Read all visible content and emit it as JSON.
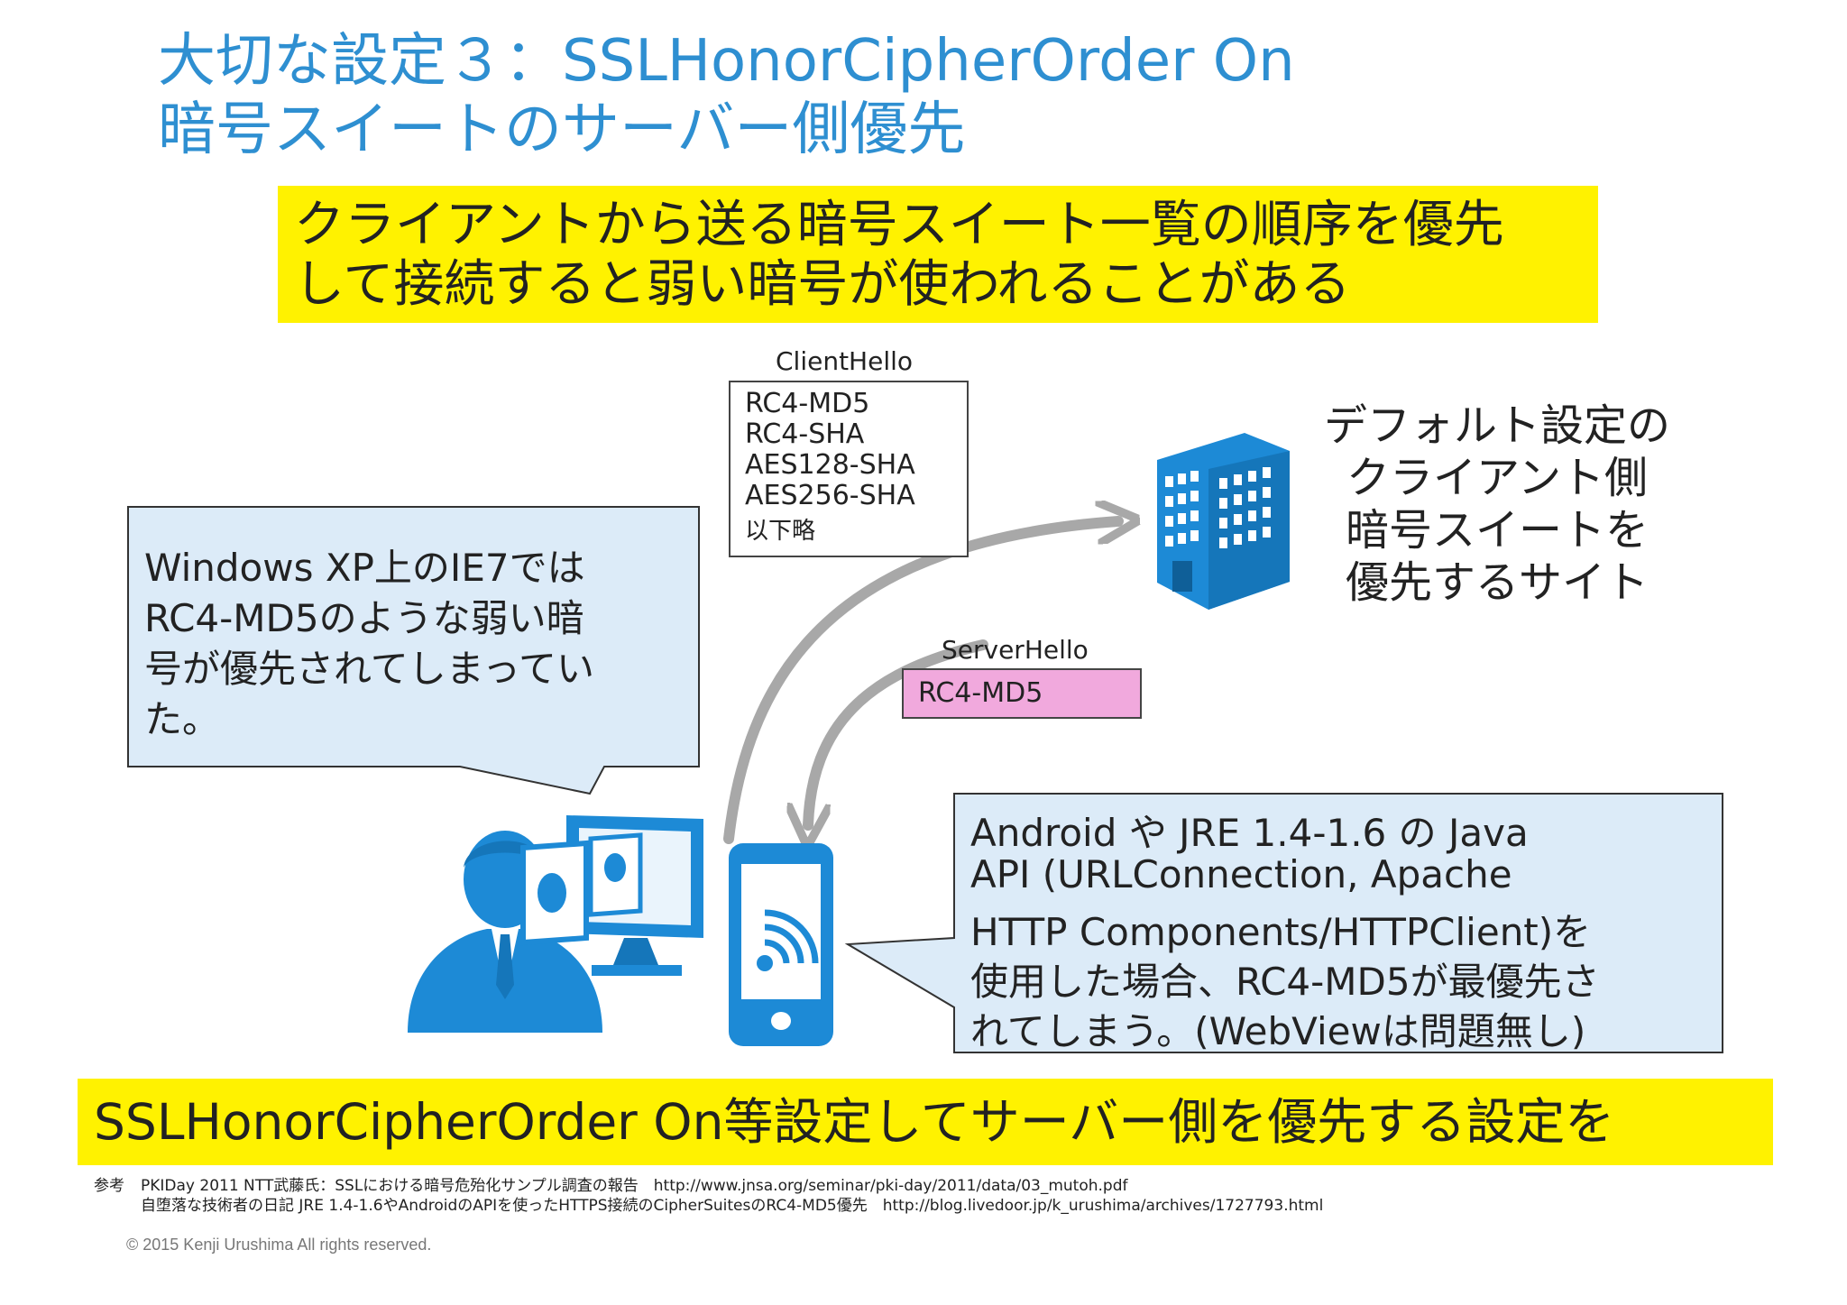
{
  "title": {
    "line1": "大切な設定３：SSLHonorCipherOrder On",
    "line2": "暗号スイートのサーバー側優先"
  },
  "top_banner": {
    "line1": "クライアントから送る暗号スイート一覧の順序を優先",
    "line2": "して接続すると弱い暗号が使われることがある"
  },
  "client_hello": {
    "label": "ClientHello",
    "items": [
      "RC4-MD5",
      "RC4-SHA",
      "AES128-SHA",
      "AES256-SHA",
      "以下略"
    ]
  },
  "server_hello": {
    "label": "ServerHello",
    "value": "RC4-MD5"
  },
  "site_description": {
    "lines": [
      "デフォルト設定の",
      "クライアント側",
      "暗号スイートを",
      "優先するサイト"
    ]
  },
  "callout_windows": {
    "lines": [
      "Windows XP上のIE7では",
      "RC4-MD5のような弱い暗",
      "号が優先されてしまってい",
      "た。"
    ]
  },
  "callout_android": {
    "lines": [
      "Android や JRE 1.4-1.6 の Java",
      "API (URLConnection, Apache",
      "HTTP Components/HTTPClient)を",
      "使用した場合、RC4-MD5が最優先さ",
      "れてしまう。(WebViewは問題無し)"
    ]
  },
  "bottom_banner": {
    "text": "SSLHonorCipherOrder On等設定してサーバー側を優先する設定を"
  },
  "references": {
    "label": "参考",
    "line1": "PKIDay 2011 NTT武藤氏：SSLにおける暗号危殆化サンプル調査の報告　http://www.jnsa.org/seminar/pki-day/2011/data/03_mutoh.pdf",
    "line2": "自堕落な技術者の日記 JRE 1.4-1.6やAndroidのAPIを使ったHTTPS接続のCipherSuitesのRC4-MD5優先　http://blog.livedoor.jp/k_urushima/archives/1727793.html"
  },
  "copyright": "© 2015 Kenji Urushima All rights reserved.",
  "colors": {
    "title": "#2e8fd1",
    "highlight": "#fff200",
    "callout_fill": "#dcebf8",
    "icon_blue": "#1d8ad6",
    "server_hello_fill": "#f1a9dd",
    "arrow_gray": "#a8a8a8"
  },
  "icons": {
    "server": "office-building-icon",
    "user": "businessman-icon",
    "monitor": "desktop-monitor-icon",
    "phone": "smartphone-wifi-icon"
  }
}
